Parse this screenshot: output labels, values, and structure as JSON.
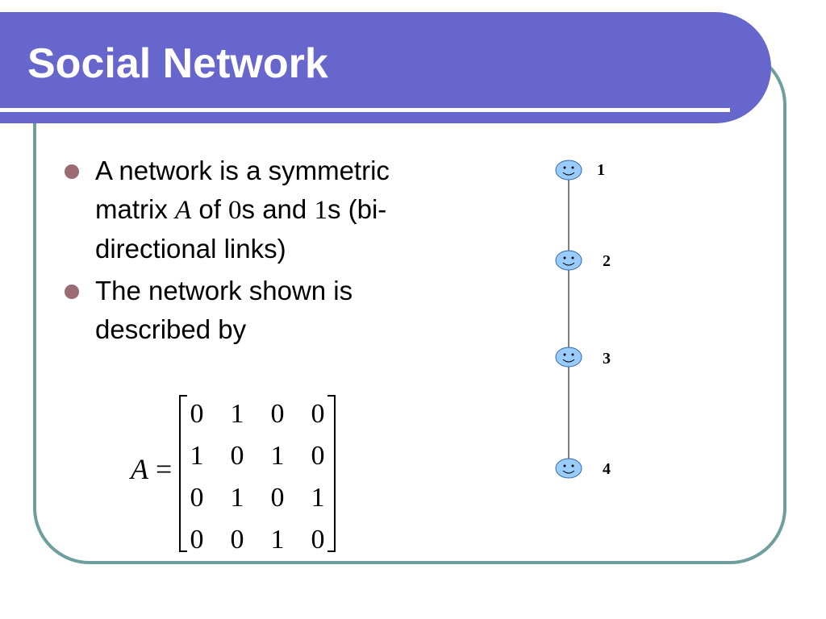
{
  "slide": {
    "title": "Social Network",
    "bullets": [
      {
        "text_1": "A network is a symmetric matrix ",
        "var_a": "A",
        "text_2": " of ",
        "zero": "0",
        "text_3": "s and ",
        "one": "1",
        "text_4": "s (bi-directional links)"
      },
      {
        "text": "The network shown is described by"
      }
    ],
    "matrix": {
      "variable": "A",
      "equals": "=",
      "rows": [
        [
          "0",
          "1",
          "0",
          "0"
        ],
        [
          "1",
          "0",
          "1",
          "0"
        ],
        [
          "0",
          "1",
          "0",
          "1"
        ],
        [
          "0",
          "0",
          "1",
          "0"
        ]
      ]
    },
    "graph": {
      "node_icon": "smiley-face-icon",
      "node_color": "#99ccff",
      "nodes": [
        {
          "label": "1"
        },
        {
          "label": "2"
        },
        {
          "label": "3"
        },
        {
          "label": "4"
        }
      ]
    },
    "colors": {
      "title_bar": "#6666cc",
      "frame_border": "#6f9f9c",
      "bullet": "#9a6b73"
    }
  }
}
